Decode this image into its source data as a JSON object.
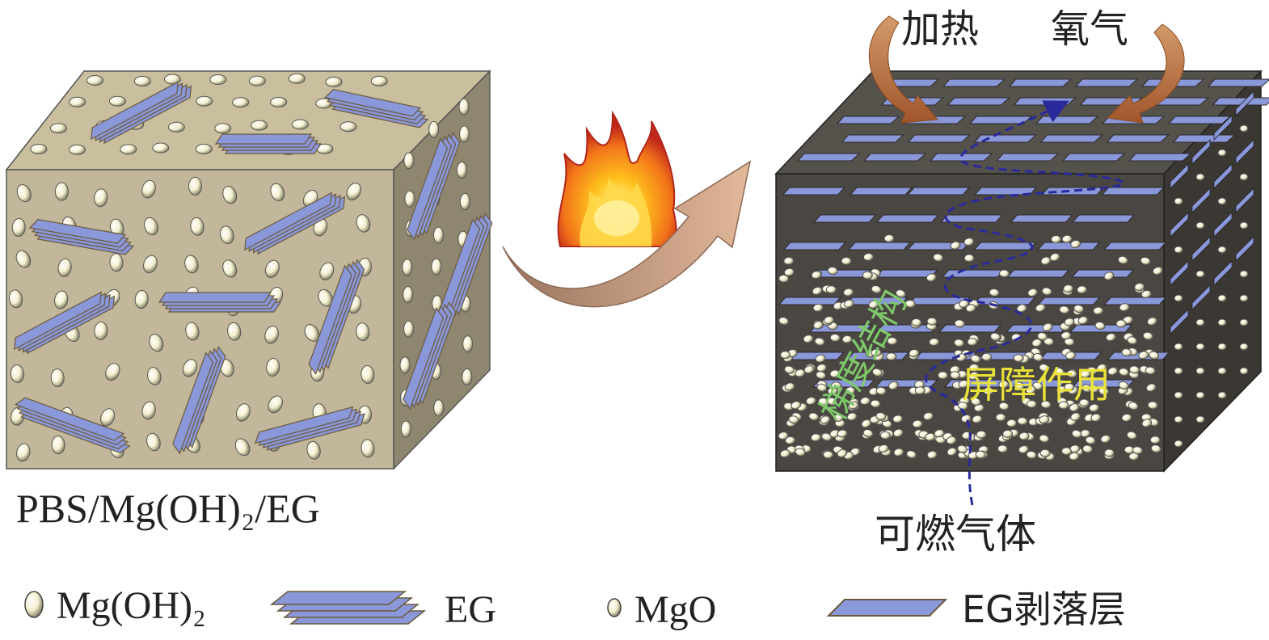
{
  "left_caption": "PBS/Mg(OH)₂/EG",
  "top_labels": {
    "heat": "加热",
    "oxygen": "氧气"
  },
  "gradient_label": "梯度结构",
  "barrier_label": "屏障作用",
  "combustible_gas_label": "可燃气体",
  "legend": [
    {
      "icon": "mgoh2-particle-icon",
      "label": "Mg(OH)₂"
    },
    {
      "icon": "eg-stack-icon",
      "label": "EG"
    },
    {
      "icon": "mgo-particle-icon",
      "label": "MgO"
    },
    {
      "icon": "eg-exfoliated-layer-icon",
      "label": "EG剥落层"
    }
  ],
  "colors": {
    "matrix_front": "#c2b79b",
    "matrix_top": "#c9bf9f",
    "matrix_side": "#8f8670",
    "char_front": "#4a4642",
    "char_top": "#55514b",
    "char_side": "#3b3733",
    "eg_blue": "#8a97d8",
    "particle": "#f4efcf",
    "arrow": "#b08a70",
    "gas_path": "#2a2a9c",
    "gradient_text": "#7ec86a",
    "barrier_text": "#e8e23a"
  }
}
